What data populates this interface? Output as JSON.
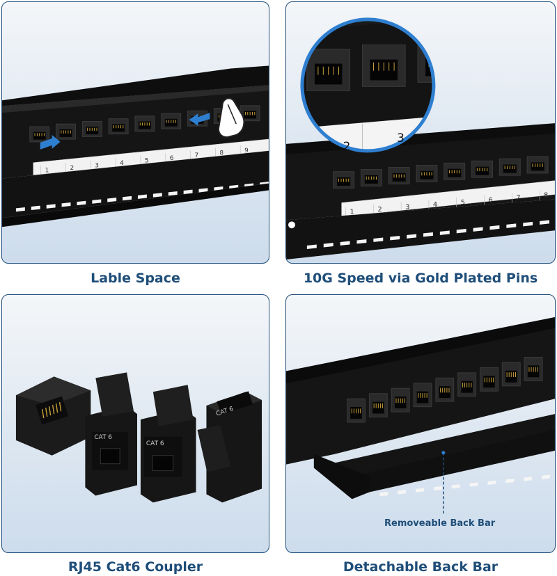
{
  "captions": {
    "label_space": "Lable Space",
    "gold_pins": "10G Speed via Gold Plated Pins",
    "coupler": "RJ45 Cat6 Coupler",
    "back_bar": "Detachable Back Bar"
  },
  "callout": {
    "back_bar": "Removeable Back Bar"
  },
  "port_marking": "CAT 6",
  "panel1_ports": [
    "1",
    "2",
    "3",
    "4",
    "5",
    "6",
    "7",
    "8",
    "9"
  ],
  "panel2_ports": [
    "1",
    "2",
    "3",
    "4",
    "5",
    "6",
    "7",
    "8"
  ],
  "zoom_ports": [
    "2",
    "3"
  ],
  "colors": {
    "accent": "#1f4e79",
    "arrow": "#2f7fd0",
    "panel_black": "#141414",
    "gold": "#c9a13a"
  }
}
